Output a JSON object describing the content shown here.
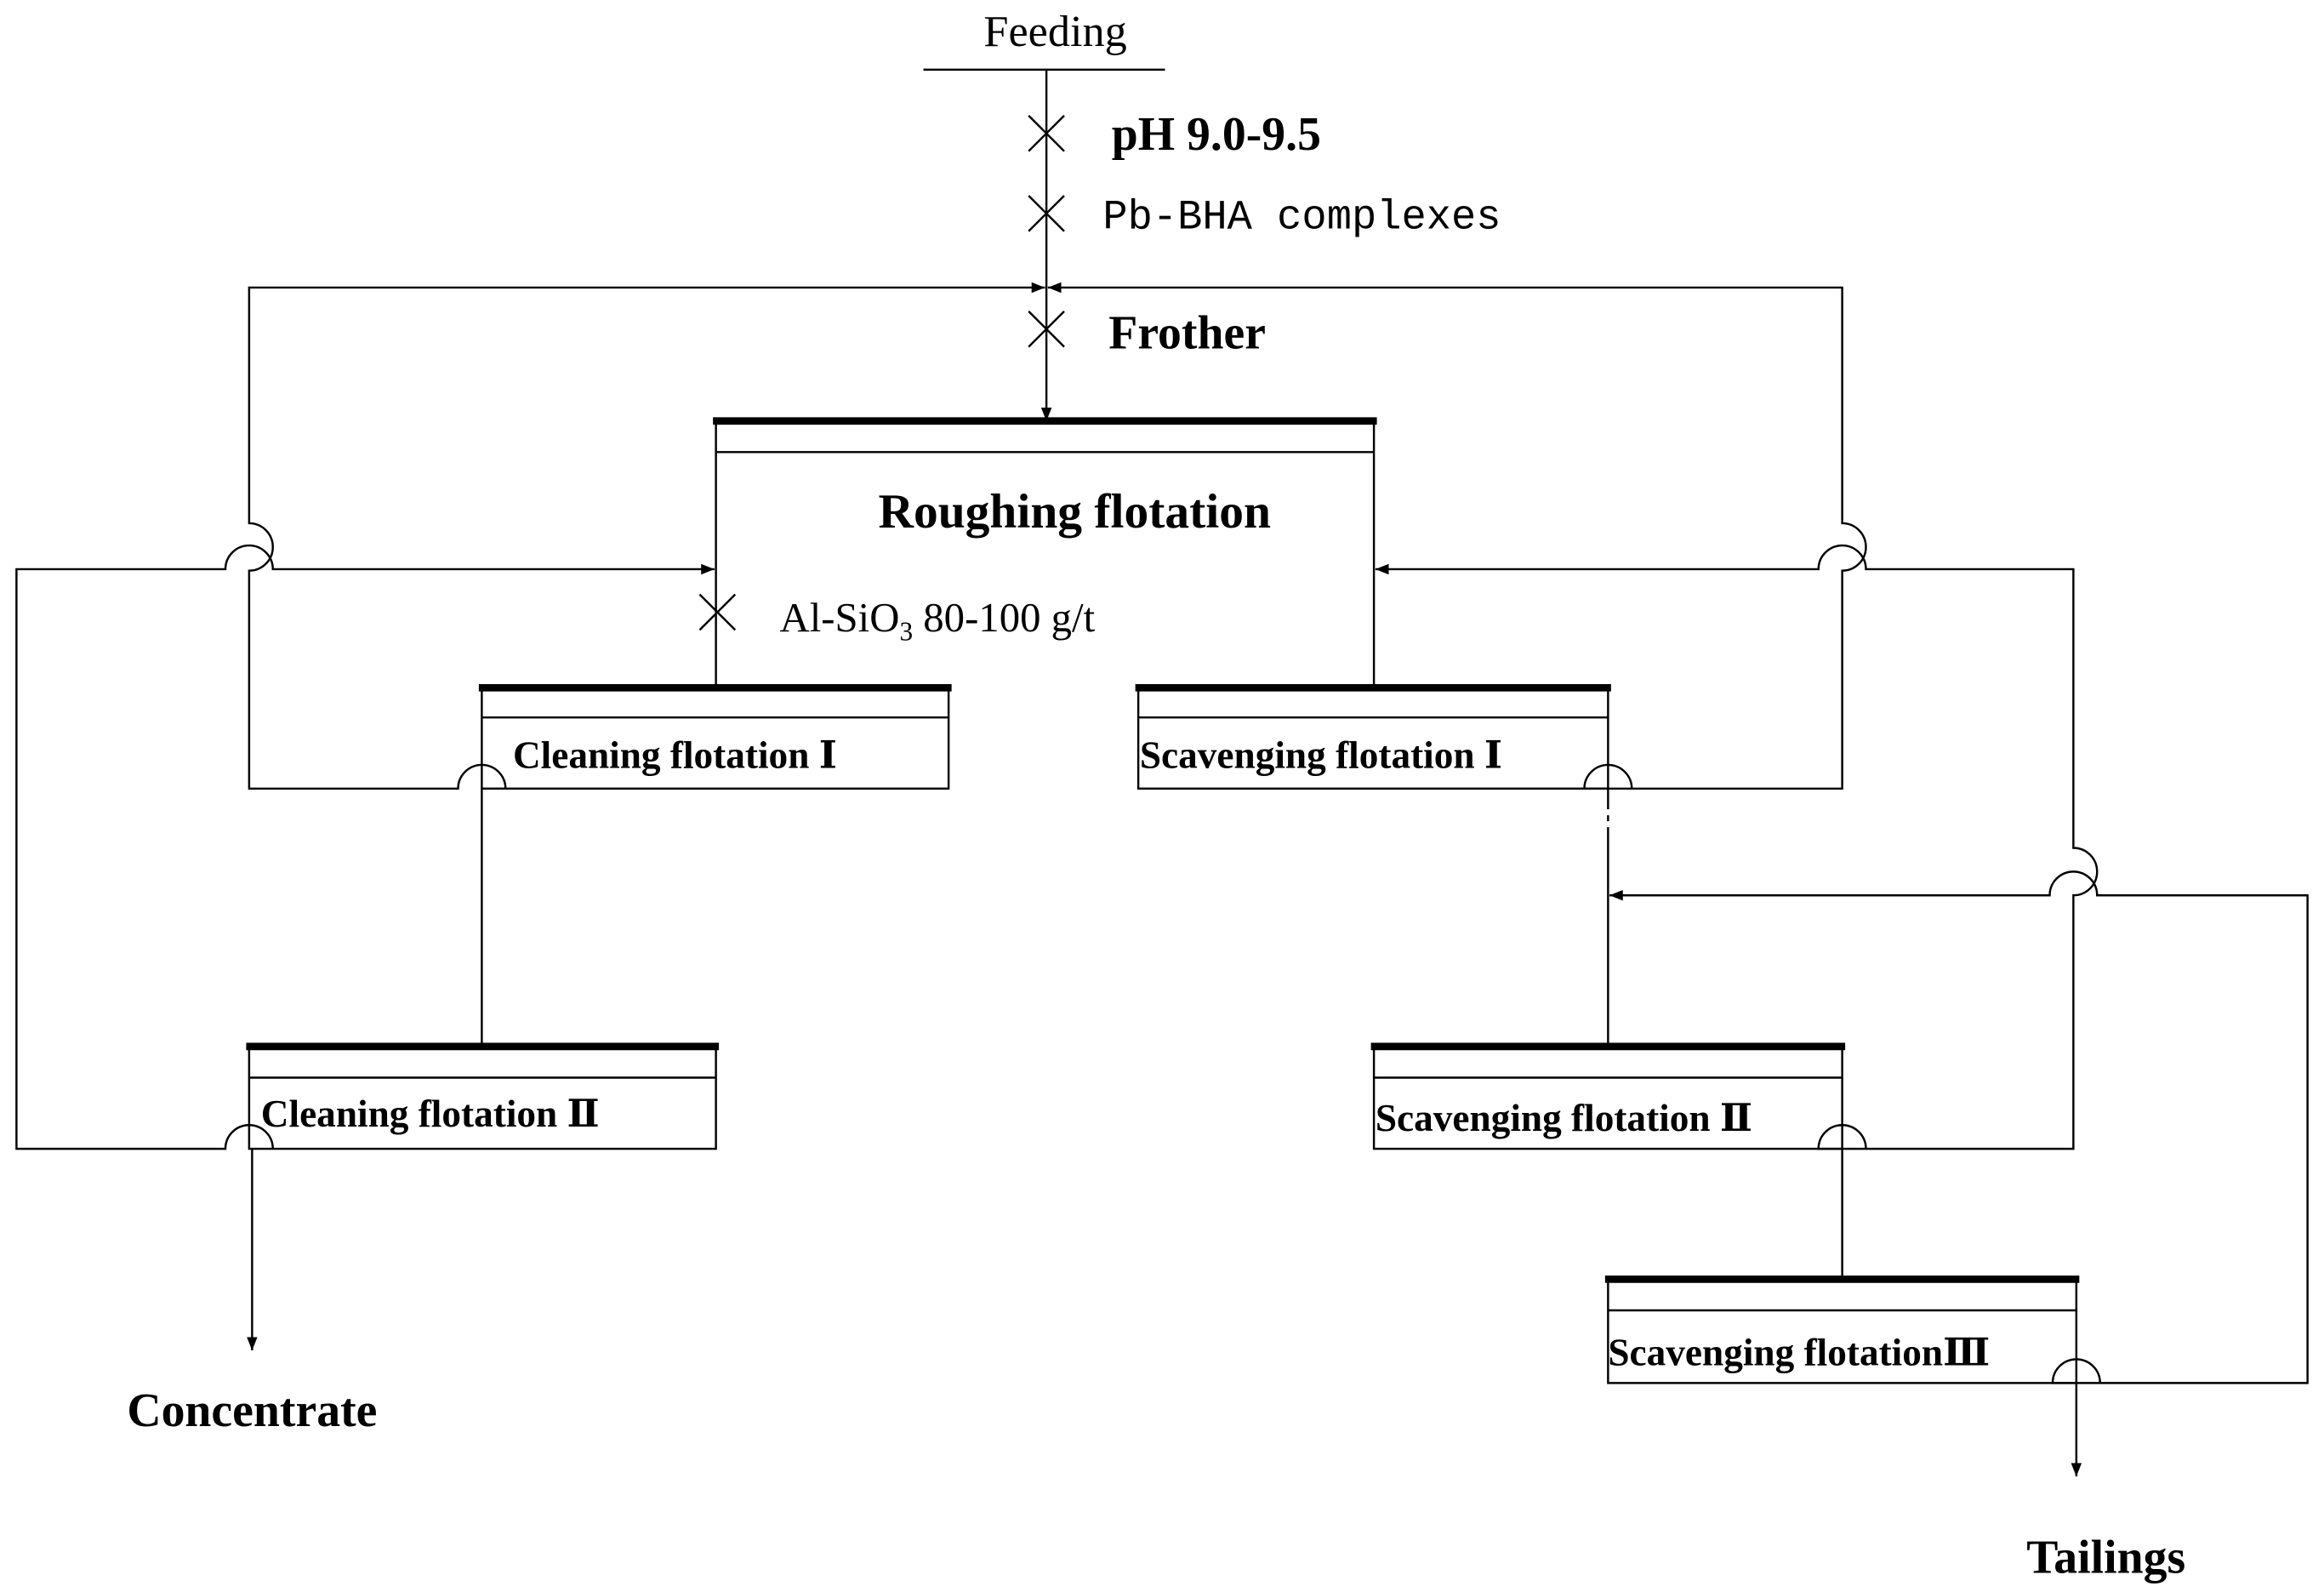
{
  "feed": {
    "label": "Feeding",
    "reagents": [
      "pH 9.0-9.5",
      "Pb-BHA complexes",
      "Frother"
    ]
  },
  "roughing": {
    "label": "Roughing flotation",
    "depressant_formula": "Al-SiO",
    "depressant_subscript": "3",
    "depressant_dosage": " 80-100 g/t"
  },
  "cells": {
    "cleaning_1": "Cleaning flotation Ⅰ",
    "cleaning_2": "Cleaning flotation Ⅱ",
    "scavenging_1": "Scavenging flotation Ⅰ",
    "scavenging_2": "Scavenging flotation Ⅱ",
    "scavenging_3": "Scavenging flotationⅢ"
  },
  "products": {
    "concentrate": "Concentrate",
    "tailings": "Tailings"
  },
  "colors": {
    "ink": "#000000",
    "background": "#ffffff"
  }
}
